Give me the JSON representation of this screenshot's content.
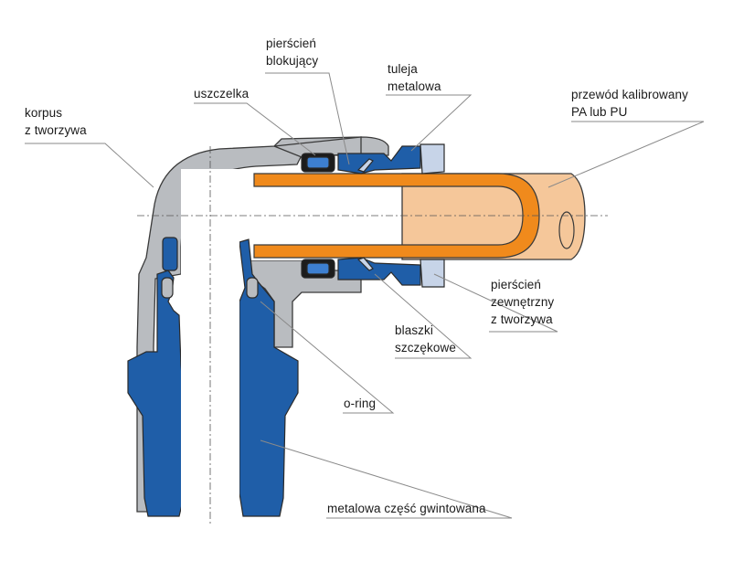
{
  "labels": {
    "korpus": [
      "korpus",
      "z tworzywa"
    ],
    "pierscien_blokujacy": [
      "pierścień",
      "blokujący"
    ],
    "uszczelka": [
      "uszczelka"
    ],
    "tuleja": [
      "tuleja",
      "metalowa"
    ],
    "przewod": [
      "przewód kalibrowany",
      "PA lub PU"
    ],
    "pierscien_zewnetrzny": [
      "pierścień",
      "zewnętrzny",
      "z tworzywa"
    ],
    "blaszki": [
      "blaszki",
      "szczękowe"
    ],
    "oring": [
      "o-ring"
    ],
    "gwint": [
      "metalowa część gwintowana"
    ]
  },
  "colors": {
    "body_grey": "#b9bcc0",
    "metal_blue": "#1f5ea8",
    "tube_orange": "#f08a1c",
    "tube_skin": "#f5c79a",
    "collar_lightblue": "#c7d4e8",
    "outline": "#3a3a3a",
    "leader": "#8a8a8a"
  }
}
